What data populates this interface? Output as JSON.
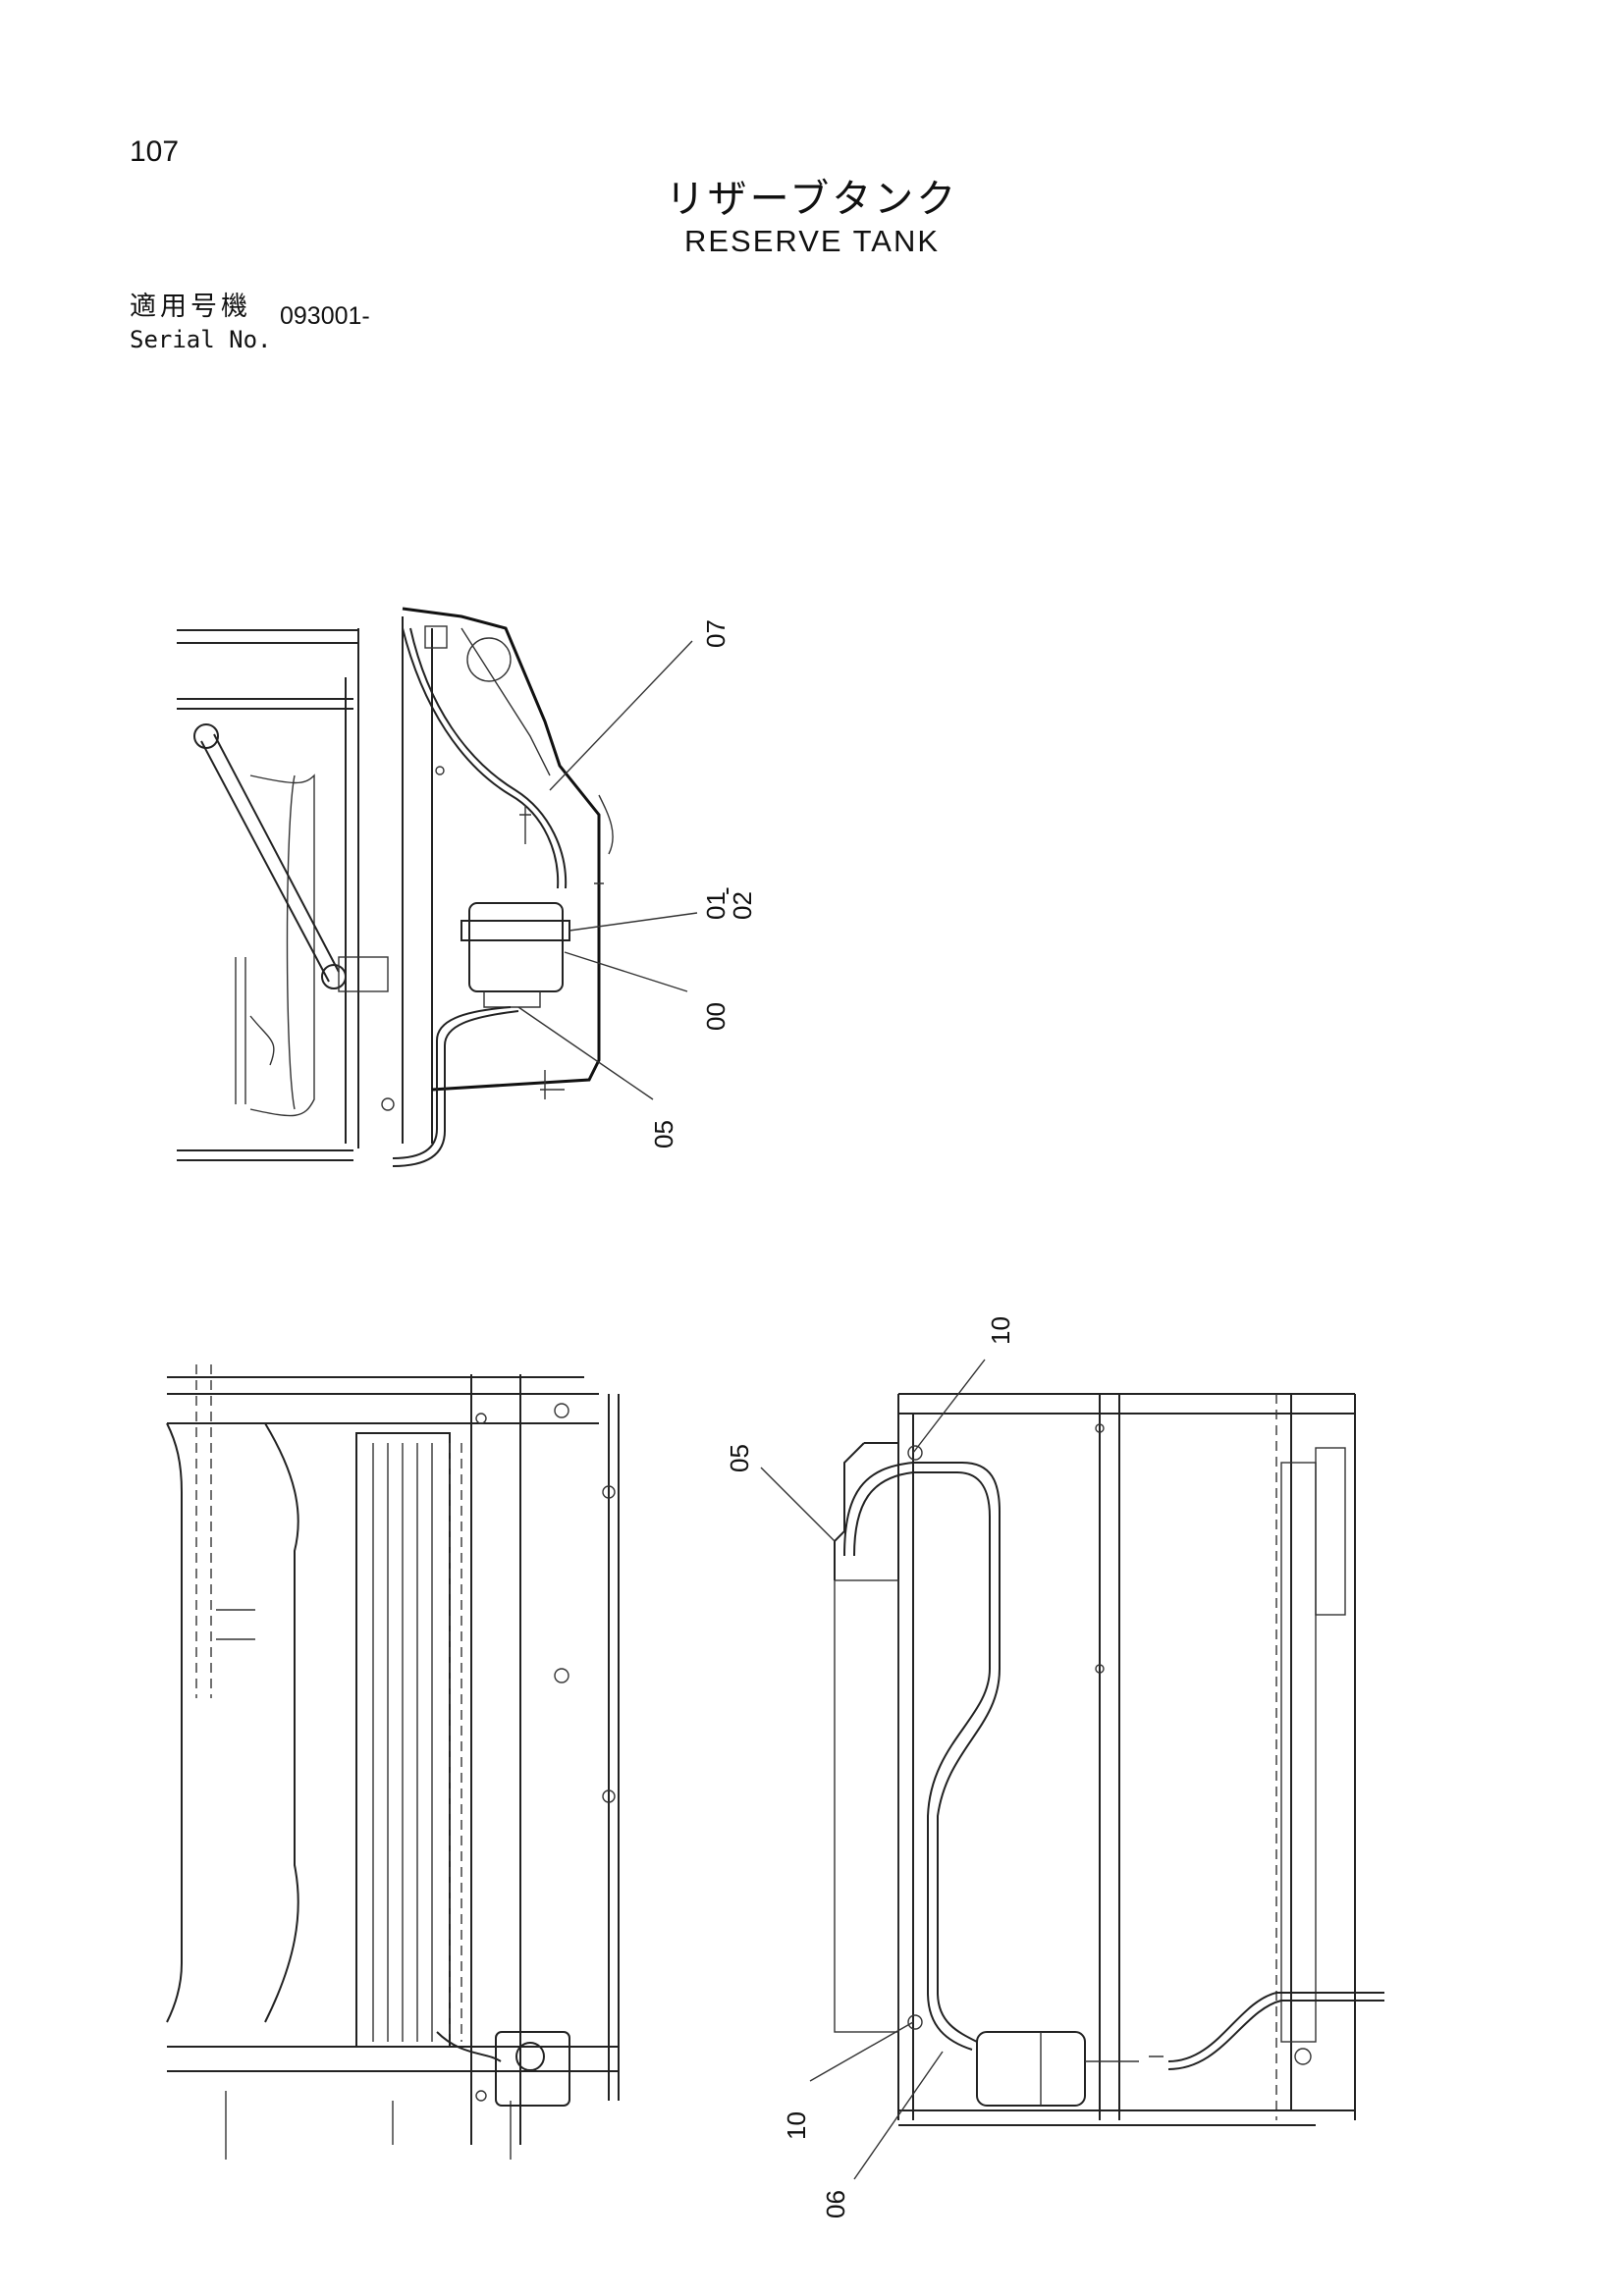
{
  "header": {
    "page_number": "107",
    "title_jp": "リザーブタンク",
    "title_en": "RESERVE TANK"
  },
  "serial": {
    "label_jp": "適用号機",
    "label_en": "Serial No.",
    "value": "093001-"
  },
  "callouts": {
    "top_view": {
      "c07": "07",
      "c01": "01",
      "c_dash": "-",
      "c02": "02",
      "c00": "00",
      "c05": "05"
    },
    "right_view": {
      "c10_top": "10",
      "c05": "05",
      "c10_bottom": "10",
      "c06": "06"
    }
  }
}
